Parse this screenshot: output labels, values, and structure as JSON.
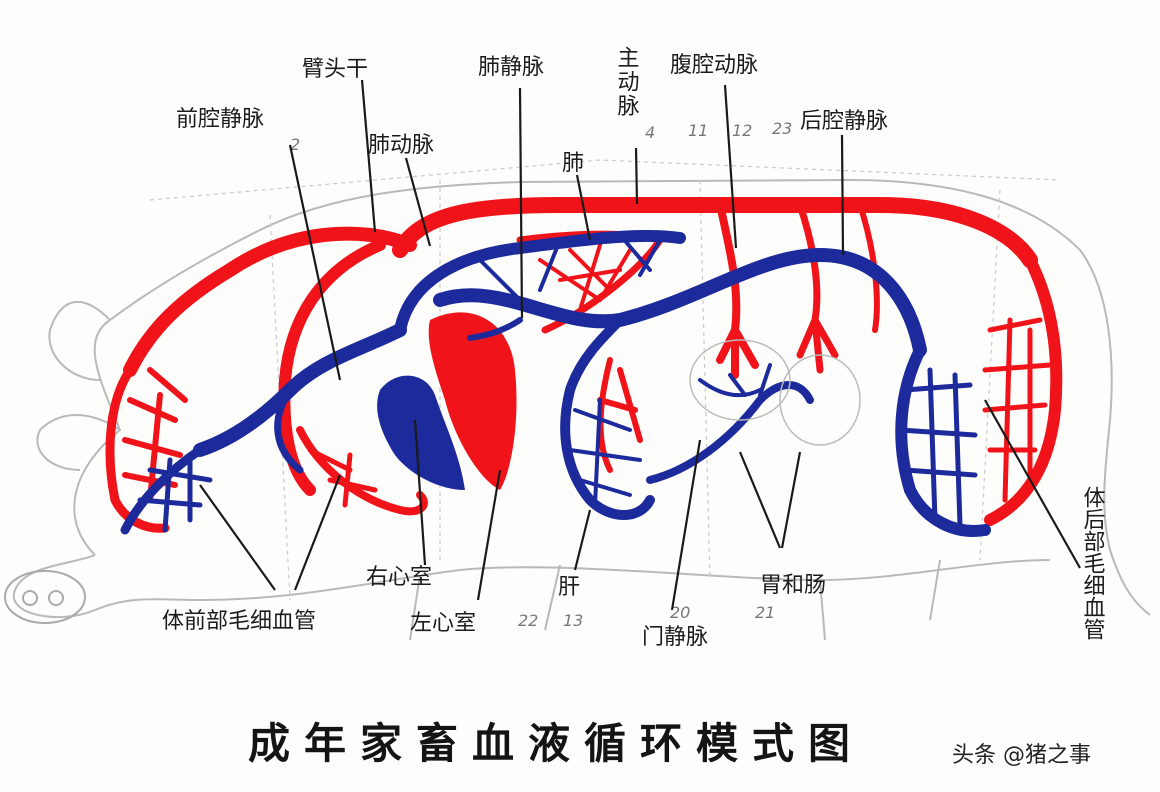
{
  "title": "成年家畜血液循环模式图",
  "watermark": "头条 @猪之事",
  "labels": {
    "brachiocephalic_trunk": "臂头干",
    "pulmonary_vein": "肺静脉",
    "aorta": "主动脉",
    "celiac_artery": "腹腔动脉",
    "anterior_vena_cava": "前腔静脉",
    "pulmonary_artery": "肺动脉",
    "lung": "肺",
    "posterior_vena_cava": "后腔静脉",
    "right_ventricle": "右心室",
    "left_ventricle": "左心室",
    "liver": "肝",
    "stomach_intestine": "胃和肠",
    "portal_vein": "门静脉",
    "anterior_capillaries": "体前部毛细血管",
    "posterior_capillaries": "体后部毛细血管"
  },
  "background_numbers": [
    "2",
    "4",
    "11",
    "12",
    "23",
    "22",
    "13",
    "20",
    "21"
  ],
  "colors": {
    "artery": "#f0141a",
    "vein": "#1c2a9c",
    "outline": "#b9b9b9",
    "text": "#1c1c1c"
  }
}
